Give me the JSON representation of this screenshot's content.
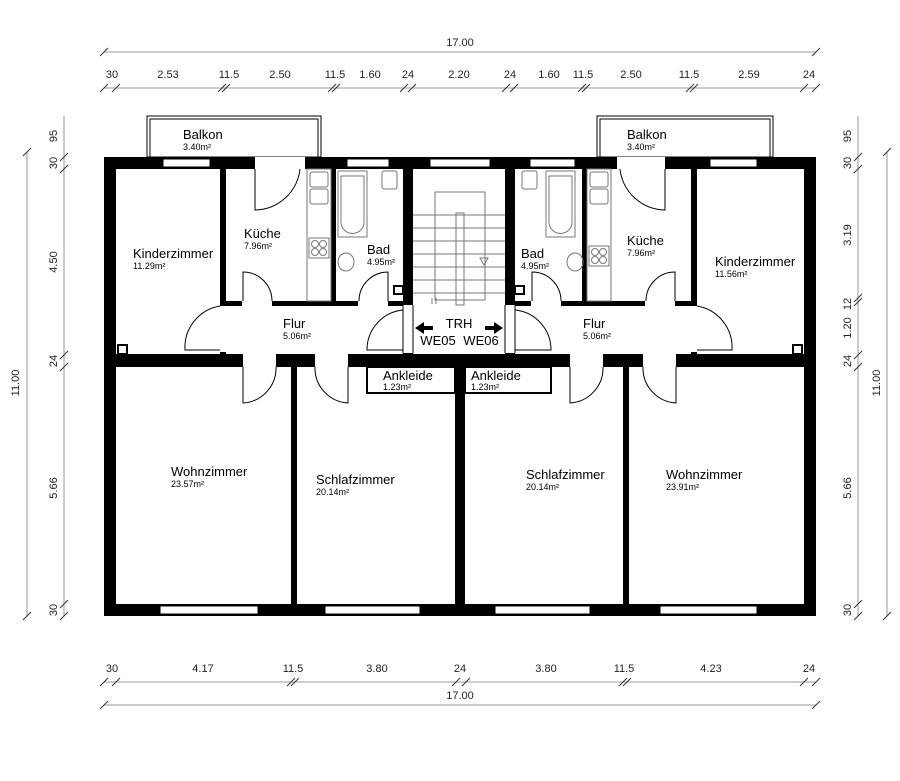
{
  "dimensions": {
    "top_total": "17.00",
    "top_chain": [
      "30",
      "2.53",
      "11.5",
      "2.50",
      "11.5",
      "1.60",
      "24",
      "2.20",
      "24",
      "1.60",
      "11.5",
      "2.50",
      "11.5",
      "2.59",
      "24"
    ],
    "bottom_total": "17.00",
    "bottom_chain": [
      "30",
      "4.17",
      "11.5",
      "3.80",
      "24",
      "3.80",
      "11.5",
      "4.23",
      "24"
    ],
    "left_total": "11.00",
    "left_chain": [
      "95",
      "30",
      "4.50",
      "24",
      "5.66",
      "30"
    ],
    "right_total": "11.00",
    "right_chain": [
      "95",
      "30",
      "3.19",
      "12",
      "1.20",
      "24",
      "5.66",
      "30"
    ]
  },
  "rooms": {
    "balkon_left": {
      "name": "Balkon",
      "area": "3.40m²"
    },
    "balkon_right": {
      "name": "Balkon",
      "area": "3.40m²"
    },
    "kinder_left": {
      "name": "Kinderzimmer",
      "area": "11.29m²"
    },
    "kueche_left": {
      "name": "Küche",
      "area": "7.96m²"
    },
    "bad_left": {
      "name": "Bad",
      "area": "4.95m²"
    },
    "bad_right": {
      "name": "Bad",
      "area": "4.95m²"
    },
    "kueche_right": {
      "name": "Küche",
      "area": "7.96m²"
    },
    "kinder_right": {
      "name": "Kinderzimmer",
      "area": "11.56m²"
    },
    "flur_left": {
      "name": "Flur",
      "area": "5.06m²"
    },
    "flur_right": {
      "name": "Flur",
      "area": "5.06m²"
    },
    "trh": {
      "name": "TRH",
      "unit_left": "WE05",
      "unit_right": "WE06"
    },
    "ankleide_left": {
      "name": "Ankleide",
      "area": "1.23m²"
    },
    "ankleide_right": {
      "name": "Ankleide",
      "area": "1.23m²"
    },
    "wohn_left": {
      "name": "Wohnzimmer",
      "area": "23.57m²"
    },
    "schlaf_left": {
      "name": "Schlafzimmer",
      "area": "20.14m²"
    },
    "schlaf_right": {
      "name": "Schlafzimmer",
      "area": "20.14m²"
    },
    "wohn_right": {
      "name": "Wohnzimmer",
      "area": "23.91m²"
    }
  }
}
